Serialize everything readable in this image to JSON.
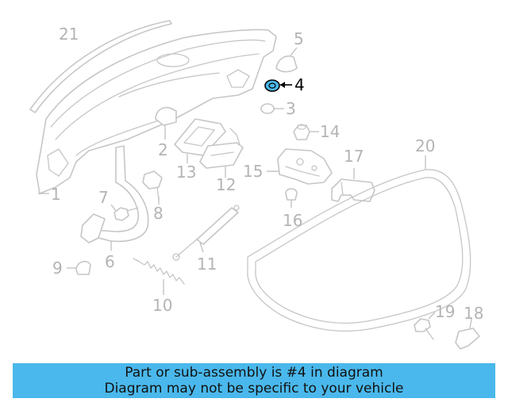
{
  "diagram": {
    "highlight_part": "4",
    "highlight_color": "#4ab8ec",
    "callouts": {
      "c1": "1",
      "c2": "2",
      "c3": "3",
      "c4": "4",
      "c5": "5",
      "c6": "6",
      "c7": "7",
      "c8": "8",
      "c9": "9",
      "c10": "10",
      "c11": "11",
      "c12": "12",
      "c13": "13",
      "c14": "14",
      "c15": "15",
      "c16": "16",
      "c17": "17",
      "c18": "18",
      "c19": "19",
      "c20": "20",
      "c21": "21"
    }
  },
  "banner": {
    "line1": "Part or sub-assembly is #4 in diagram",
    "line2": "Diagram may not be specific to your vehicle",
    "background": "#4ab8ec"
  }
}
